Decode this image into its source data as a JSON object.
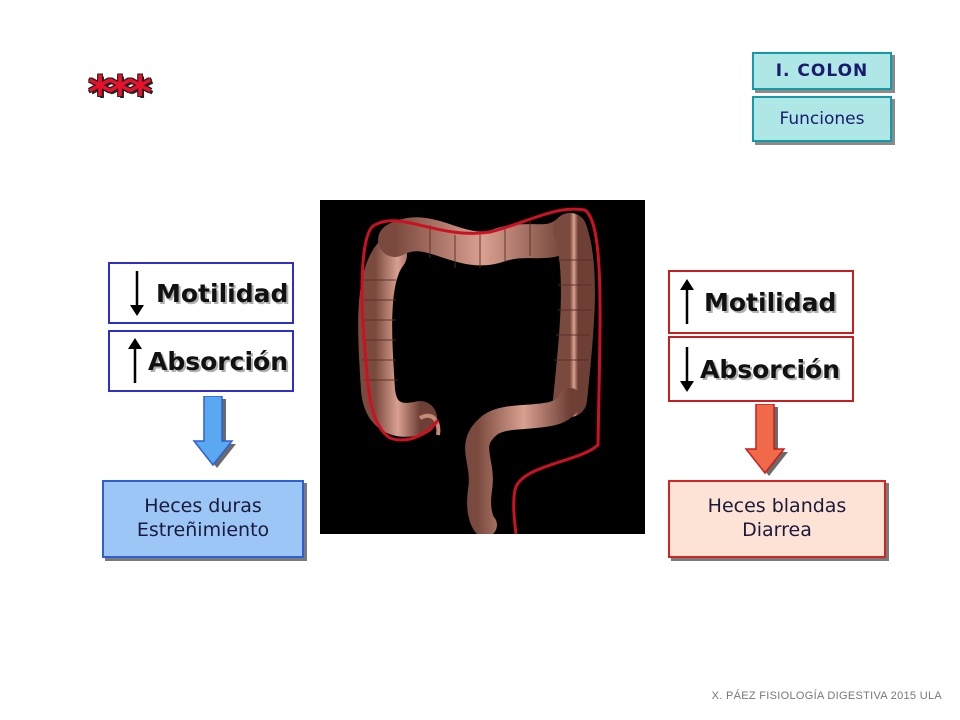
{
  "stars": "***",
  "header": {
    "section": "I. COLON",
    "subsection": "Funciones"
  },
  "left": {
    "motility": {
      "label": "Motilidad",
      "direction": "down"
    },
    "absorption": {
      "label": "Absorción",
      "direction": "up"
    },
    "result_lines": [
      "Heces duras",
      "Estreñimiento"
    ],
    "arrow_color": "#5aa9f0"
  },
  "right": {
    "motility": {
      "label": "Motilidad",
      "direction": "up"
    },
    "absorption": {
      "label": "Absorción",
      "direction": "down"
    },
    "result_lines": [
      "Heces blandas",
      "Diarrea"
    ],
    "arrow_color": "#f06a4a"
  },
  "footer": "X. PÁEZ   FISIOLOGÍA DIGESTIVA 2015 ULA",
  "colors": {
    "blue_border": "#2e2ec8",
    "red_border": "#c81e1e",
    "badge_bg": "#aee7e6",
    "outline": "#cc1122"
  }
}
